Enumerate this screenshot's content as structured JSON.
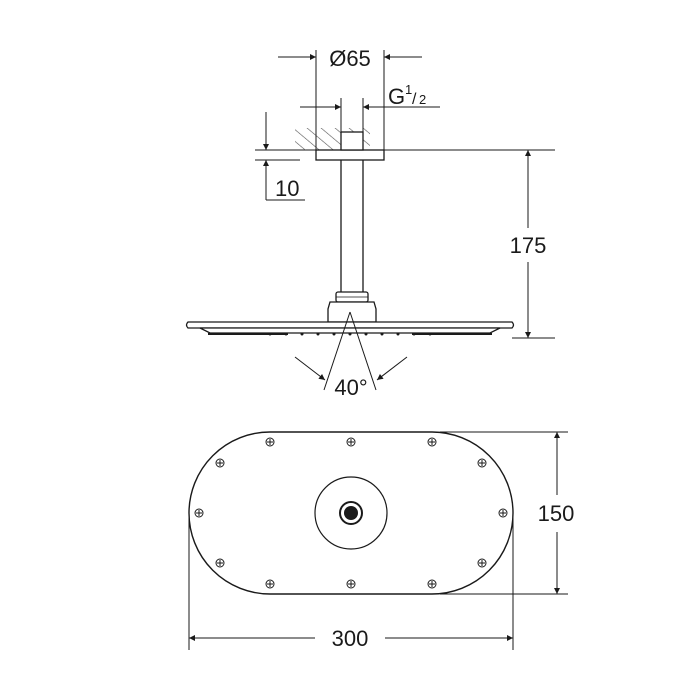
{
  "diagram": {
    "type": "technical-drawing",
    "subject": "ceiling mounted head shower",
    "side_view": {
      "dim_diameter": "Ø65",
      "dim_thread_prefix": "G",
      "dim_thread_num": "1",
      "dim_thread_den": "2",
      "dim_ceiling_offset": "10",
      "dim_height": "175",
      "dim_spray_angle": "40°"
    },
    "top_view": {
      "dim_width": "300",
      "dim_depth": "150"
    },
    "colors": {
      "line": "#1a1a1a",
      "background": "#ffffff"
    }
  }
}
